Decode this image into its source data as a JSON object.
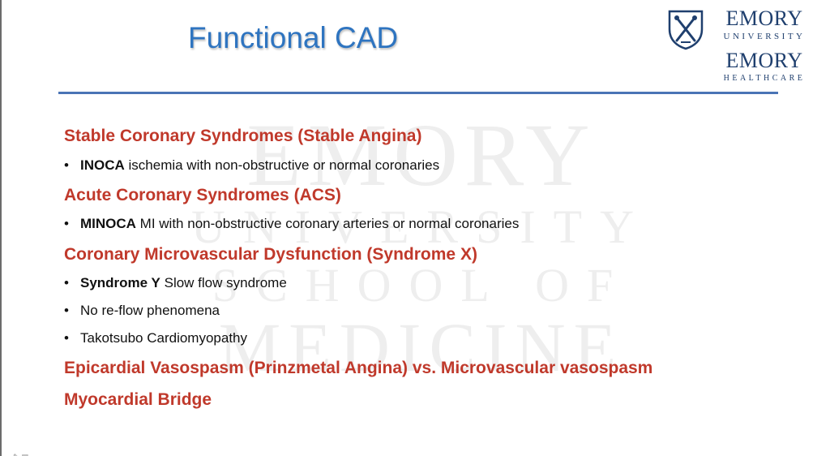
{
  "title": "Functional CAD",
  "logo": {
    "line1": "EMORY",
    "line2": "UNIVERSITY",
    "line3": "EMORY",
    "line4": "HEALTHCARE",
    "color": "#1f3f6e"
  },
  "watermark": {
    "line1": "EMORY",
    "line2": "UNIVERSITY",
    "line3": "SCHOOL OF",
    "line4": "MEDICINE"
  },
  "sections": [
    {
      "heading": "Stable Coronary Syndromes (Stable Angina)",
      "bullets": [
        {
          "bold": "INOCA",
          "text": " ischemia with non-obstructive or normal coronaries"
        }
      ]
    },
    {
      "heading": "Acute Coronary Syndromes (ACS)",
      "bullets": [
        {
          "bold": "MINOCA",
          "text": " MI with non-obstructive coronary arteries or normal coronaries"
        }
      ]
    },
    {
      "heading": "Coronary Microvascular Dysfunction (Syndrome X)",
      "bullets": [
        {
          "bold": "Syndrome Y",
          "text": " Slow flow syndrome"
        },
        {
          "bold": "",
          "text": "No re-flow phenomena"
        },
        {
          "bold": "",
          "text": "Takotsubo Cardiomyopathy"
        }
      ]
    },
    {
      "heading": "Epicardial Vasospasm (Prinzmetal Angina) vs. Microvascular vasospasm",
      "bullets": []
    },
    {
      "heading": "Myocardial Bridge",
      "bullets": []
    }
  ],
  "bullet_glyph": "•",
  "nav_icons": [
    "back-arrow-icon",
    "pen-icon",
    "slides-icon",
    "forward-arrow-icon"
  ],
  "colors": {
    "title": "#2e74c0",
    "heading": "#c0392b",
    "divider": "#4a74b5",
    "text": "#111111"
  }
}
